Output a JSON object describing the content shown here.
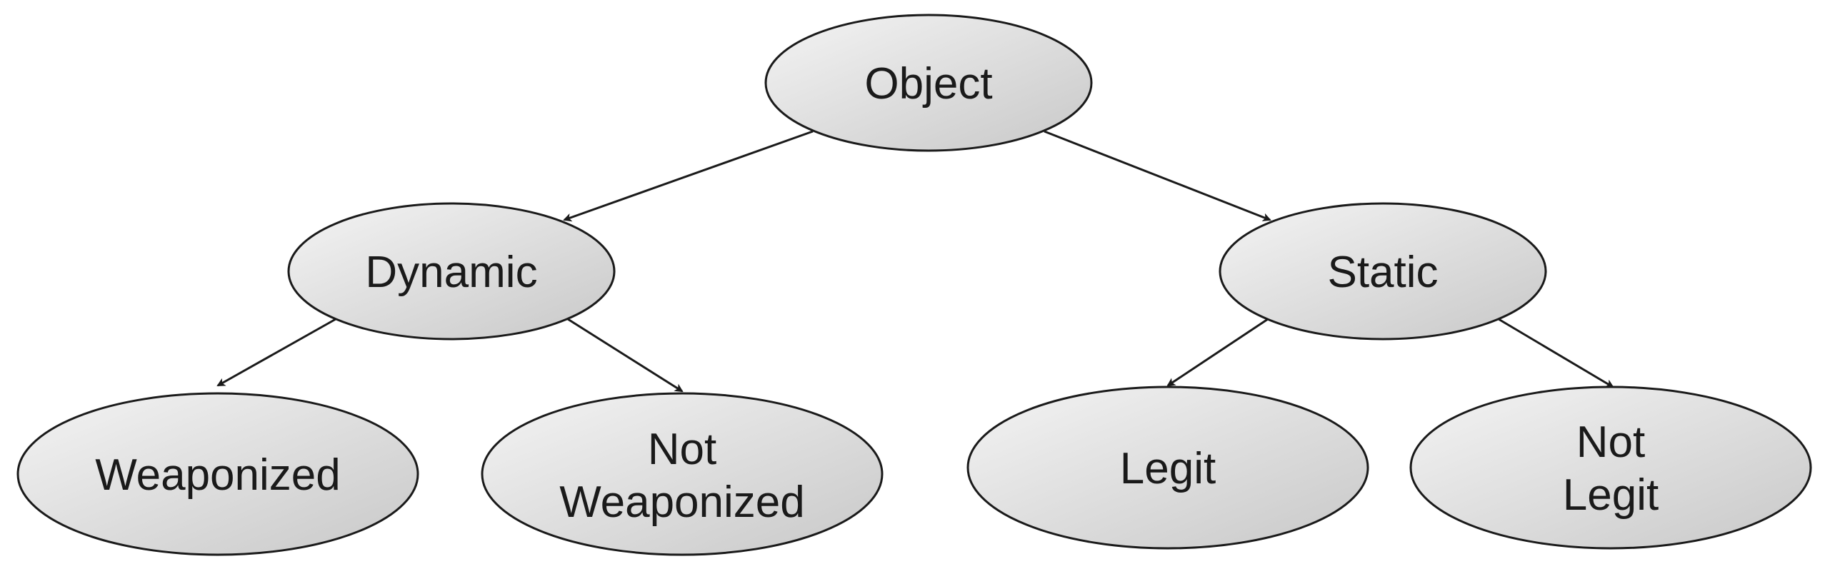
{
  "nodes": {
    "object": {
      "lines": [
        "Object"
      ]
    },
    "dynamic": {
      "lines": [
        "Dynamic"
      ]
    },
    "static": {
      "lines": [
        "Static"
      ]
    },
    "weaponized": {
      "lines": [
        "Weaponized"
      ]
    },
    "not_weaponized": {
      "lines": [
        "Not",
        "Weaponized"
      ]
    },
    "legit": {
      "lines": [
        "Legit"
      ]
    },
    "not_legit": {
      "lines": [
        "Not",
        "Legit"
      ]
    }
  },
  "edges": [
    [
      "object",
      "dynamic"
    ],
    [
      "object",
      "static"
    ],
    [
      "dynamic",
      "weaponized"
    ],
    [
      "dynamic",
      "not_weaponized"
    ],
    [
      "static",
      "legit"
    ],
    [
      "static",
      "not_legit"
    ]
  ],
  "colors": {
    "node_fill_light": "#f4f4f4",
    "node_fill_dark": "#c8c8c8",
    "stroke": "#1a1a1a"
  }
}
